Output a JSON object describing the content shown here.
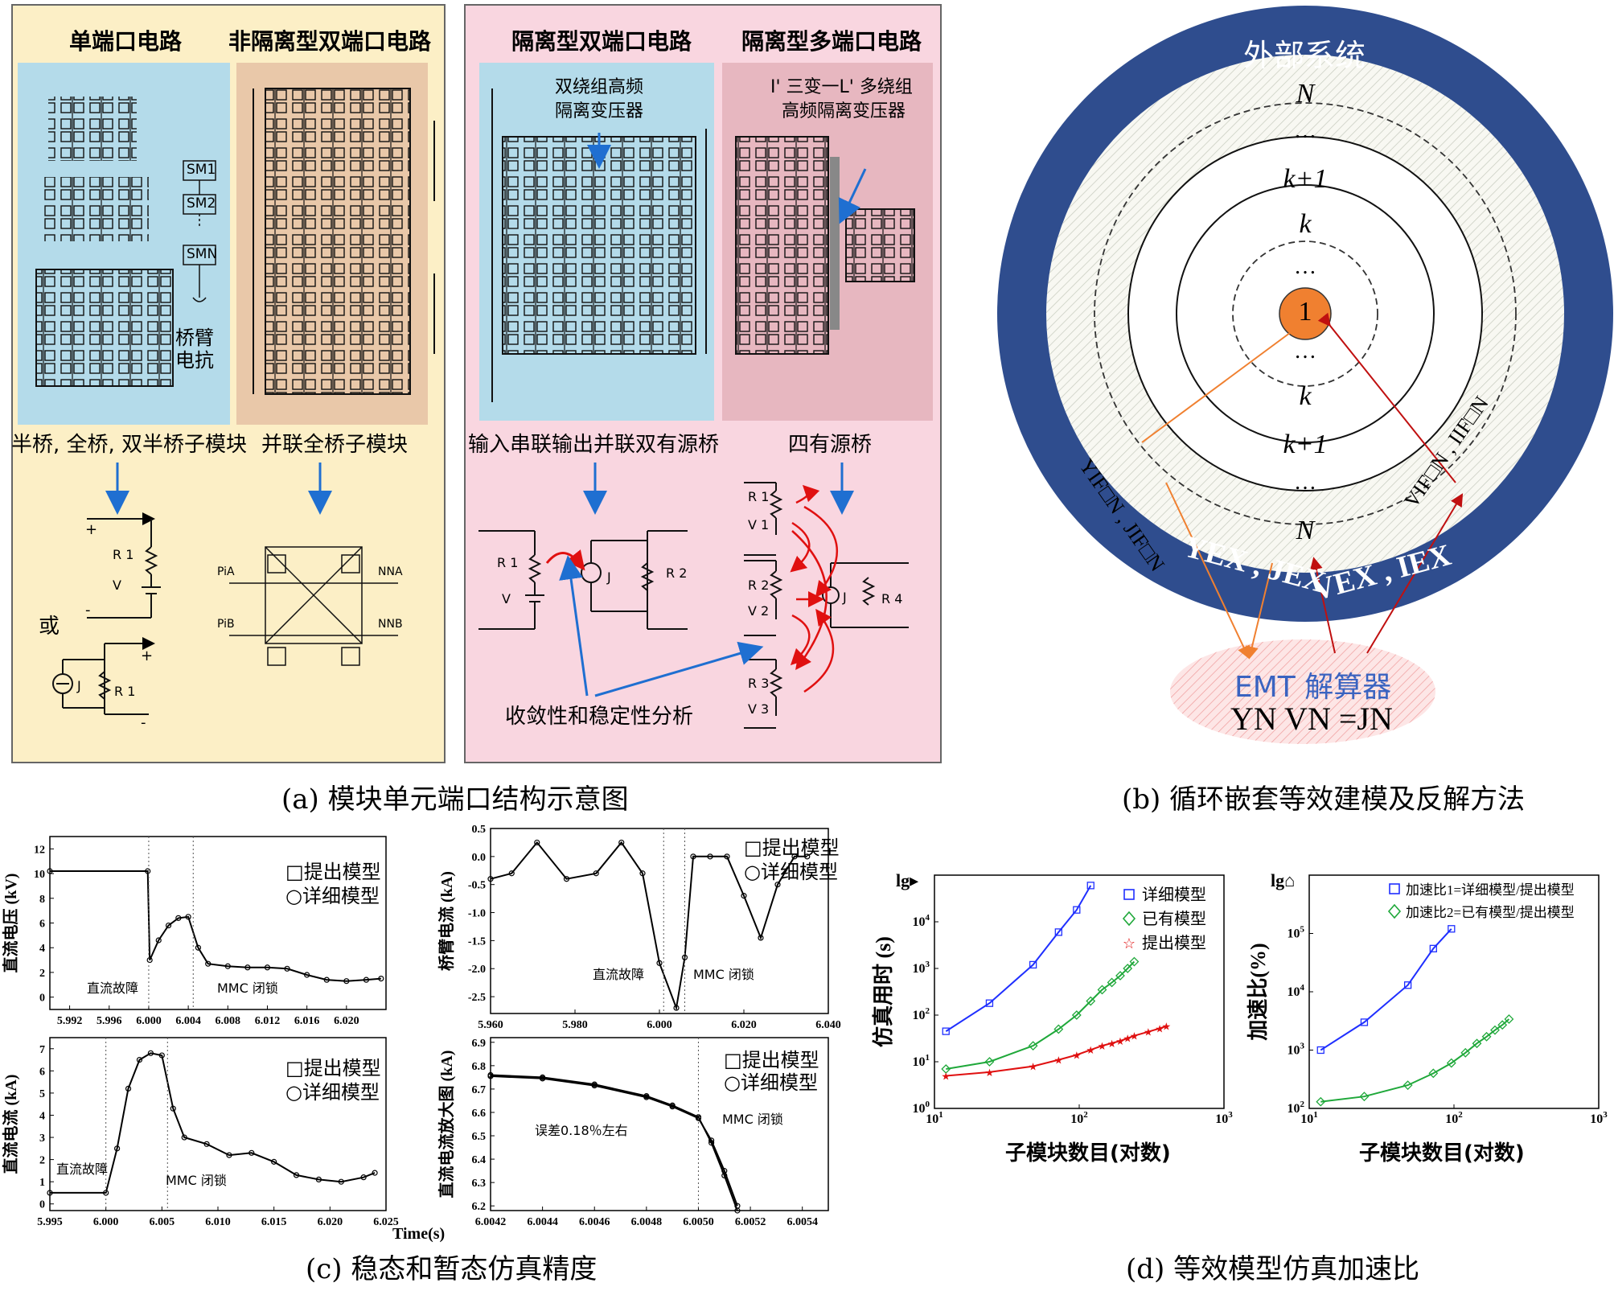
{
  "panel_a": {
    "caption": "(a) 模块单元端口结构示意图",
    "left_box": {
      "col1_title": "单端口电路",
      "col2_title": "非隔离型双端口电路",
      "sm_labels": [
        "SM1",
        "SM2",
        "SMN"
      ],
      "arm_label_line1": "桥臂",
      "arm_label_line2": "电抗",
      "col1_desc": "半桥, 全桥, 双半桥子模块",
      "col2_desc": "并联全桥子模块",
      "or_label": "或",
      "r1": "R 1",
      "v": "V",
      "j": "J",
      "plus": "+",
      "minus": "-",
      "pa": "PiA",
      "pb": "PiB",
      "na": "NNA",
      "nb": "NNB"
    },
    "right_box": {
      "col1_title": "隔离型双端口电路",
      "col2_title": "隔离型多端口电路",
      "transformer1_line1": "双绕组高频",
      "transformer1_line2": "隔离变压器",
      "transformer2_line1": "I' 三变一L' 多绕组",
      "transformer2_line2": "高频隔离变压器",
      "col1_desc": "输入串联输出并联双有源桥",
      "col2_desc": "四有源桥",
      "analysis": "收敛性和稳定性分析",
      "r1": "R 1",
      "r2": "R 2",
      "r3": "R 3",
      "r4": "R 4",
      "v1": "V 1",
      "v2": "V 2",
      "v3": "V 3",
      "j": "J",
      "v": "V"
    }
  },
  "panel_b": {
    "caption": "(b) 循环嵌套等效建模及反解方法",
    "outer_label": "外部系统",
    "rings_top": [
      "N",
      "…",
      "k+1",
      "k",
      "…"
    ],
    "center": "1",
    "rings_bottom": [
      "…",
      "k",
      "k+1",
      "…",
      "N"
    ],
    "left_formula": "YIF□N , JIF□N",
    "right_formula": "VIF□N , IIF□N",
    "ex_left": "YEX , JEX",
    "ex_right": "VEX , IEX",
    "solver_title": "EMT 解算器",
    "solver_eq": "YN VN =JN"
  },
  "panel_c": {
    "caption": "(c) 稳态和暂态仿真精度",
    "legend_proposed": "提出模型",
    "legend_detailed": "详细模型",
    "fault_label": "直流故障",
    "block_label": "MMC 闭锁",
    "error_label": "误差0.18％左右",
    "xlabel": "Time(s)"
  },
  "panel_d": {
    "caption": "(d) 等效模型仿真加速比",
    "xlabel": "子模块数目(对数)"
  },
  "chart_data": [
    {
      "type": "line",
      "ylabel": "直流电压 (kV)",
      "xlim": [
        5.99,
        6.024
      ],
      "ylim": [
        -1,
        13
      ],
      "xticks": [
        "5.992",
        "5.996",
        "6.000",
        "6.004",
        "6.008",
        "6.012",
        "6.016",
        "6.020"
      ],
      "yticks": [
        "0",
        "2",
        "4",
        "6",
        "8",
        "10",
        "12"
      ],
      "series": [
        {
          "name": "提出模型",
          "x": [
            5.99,
            5.9999,
            6.0001,
            6.001,
            6.002,
            6.003,
            6.004,
            6.005,
            6.006,
            6.008,
            6.01,
            6.012,
            6.014,
            6.016,
            6.018,
            6.02,
            6.022,
            6.0235
          ],
          "y": [
            10.2,
            10.2,
            3.0,
            4.6,
            5.8,
            6.4,
            6.5,
            4.0,
            2.7,
            2.5,
            2.4,
            2.4,
            2.3,
            1.8,
            1.4,
            1.3,
            1.4,
            1.5
          ]
        }
      ]
    },
    {
      "type": "line",
      "ylabel": "桥臂电流 (kA)",
      "xlim": [
        5.96,
        6.04
      ],
      "ylim": [
        -2.8,
        0.5
      ],
      "xticks": [
        "5.960",
        "5.980",
        "6.000",
        "6.020",
        "6.040"
      ],
      "yticks": [
        "0.5",
        "0.0",
        "-0.5",
        "-1.0",
        "-1.5",
        "-2.0",
        "-2.5"
      ],
      "series": [
        {
          "name": "提出模型",
          "x": [
            5.96,
            5.965,
            5.971,
            5.978,
            5.985,
            5.991,
            5.996,
            6.0,
            6.004,
            6.006,
            6.008,
            6.012,
            6.016,
            6.02,
            6.024,
            6.028,
            6.032,
            6.035
          ],
          "y": [
            -0.4,
            -0.3,
            0.25,
            -0.4,
            -0.3,
            0.25,
            -0.3,
            -1.9,
            -2.7,
            -1.8,
            0.0,
            0.0,
            0.0,
            -0.7,
            -1.45,
            -0.5,
            0.0,
            0.0
          ]
        }
      ]
    },
    {
      "type": "line",
      "ylabel": "直流电流 (kA)",
      "xlim": [
        5.995,
        6.025
      ],
      "ylim": [
        -0.3,
        7.5
      ],
      "xticks": [
        "5.995",
        "6.000",
        "6.005",
        "6.010",
        "6.015",
        "6.020",
        "6.025"
      ],
      "yticks": [
        "0",
        "1",
        "2",
        "3",
        "4",
        "5",
        "6",
        "7"
      ],
      "series": [
        {
          "name": "提出模型",
          "x": [
            5.995,
            6.0,
            6.001,
            6.002,
            6.003,
            6.004,
            6.005,
            6.006,
            6.007,
            6.009,
            6.011,
            6.013,
            6.015,
            6.017,
            6.019,
            6.021,
            6.023,
            6.024
          ],
          "y": [
            0.5,
            0.5,
            2.5,
            5.2,
            6.5,
            6.8,
            6.7,
            4.3,
            3.0,
            2.7,
            2.2,
            2.3,
            1.9,
            1.3,
            1.1,
            1.0,
            1.2,
            1.4
          ]
        }
      ]
    },
    {
      "type": "line",
      "ylabel": "直流电流放大图 (kA)",
      "xlim": [
        6.0042,
        6.0055
      ],
      "ylim": [
        6.18,
        6.92
      ],
      "xticks": [
        "6.0042",
        "6.0044",
        "6.0046",
        "6.0048",
        "6.0050",
        "6.0052",
        "6.0054"
      ],
      "yticks": [
        "6.2",
        "6.3",
        "6.4",
        "6.5",
        "6.6",
        "6.7",
        "6.8",
        "6.9"
      ],
      "series": [
        {
          "name": "提出模型",
          "x": [
            6.0042,
            6.0044,
            6.0046,
            6.0048,
            6.0049,
            6.005,
            6.00505,
            6.0051,
            6.00515
          ],
          "y": [
            6.76,
            6.75,
            6.72,
            6.67,
            6.63,
            6.58,
            6.47,
            6.33,
            6.18
          ]
        },
        {
          "name": "详细模型",
          "x": [
            6.0042,
            6.0044,
            6.0046,
            6.0048,
            6.0049,
            6.005,
            6.00505,
            6.0051,
            6.00515
          ],
          "y": [
            6.755,
            6.745,
            6.715,
            6.665,
            6.625,
            6.575,
            6.48,
            6.35,
            6.2
          ]
        }
      ]
    },
    {
      "type": "line",
      "ylabel": "仿真用时 (s)",
      "xlabel": "子模块数目(对数)",
      "log_x": true,
      "log_y": true,
      "xlim": [
        10,
        1000
      ],
      "ylim": [
        1,
        100000
      ],
      "xticks": [
        "10^1",
        "10^2",
        "10^3"
      ],
      "yticks": [
        "10^0",
        "10^1",
        "10^2",
        "10^3",
        "10^4"
      ],
      "series": [
        {
          "name": "详细模型",
          "x": [
            12,
            24,
            48,
            72,
            96,
            120
          ],
          "y": [
            45,
            180,
            1200,
            6000,
            18000,
            60000
          ],
          "color": "#1f2fff"
        },
        {
          "name": "已有模型",
          "x": [
            12,
            24,
            48,
            72,
            96,
            120,
            144,
            168,
            192,
            216,
            240
          ],
          "y": [
            7,
            10,
            22,
            50,
            100,
            200,
            350,
            500,
            700,
            1000,
            1400
          ],
          "color": "#1fa83a"
        },
        {
          "name": "提出模型",
          "x": [
            12,
            24,
            48,
            72,
            96,
            120,
            144,
            168,
            192,
            216,
            240,
            300,
            360,
            400
          ],
          "y": [
            5,
            6,
            8,
            11,
            14,
            18,
            22,
            25,
            28,
            32,
            36,
            44,
            52,
            58
          ],
          "color": "#e01010"
        }
      ]
    },
    {
      "type": "line",
      "ylabel": "加速比(%)",
      "xlabel": "子模块数目(对数)",
      "log_x": true,
      "log_y": true,
      "xlim": [
        10,
        1000
      ],
      "ylim": [
        100,
        1000000
      ],
      "xticks": [
        "10^1",
        "10^2",
        "10^3"
      ],
      "yticks": [
        "10^2",
        "10^3",
        "10^4",
        "10^5"
      ],
      "series": [
        {
          "name": "加速比1=详细模型/提出模型",
          "x": [
            12,
            24,
            48,
            72,
            96
          ],
          "y": [
            1000,
            3000,
            13000,
            55000,
            120000
          ],
          "color": "#1f2fff"
        },
        {
          "name": "加速比2=已有模型/提出模型",
          "x": [
            12,
            24,
            48,
            72,
            96,
            120,
            144,
            168,
            192,
            216,
            240
          ],
          "y": [
            130,
            160,
            250,
            400,
            600,
            900,
            1300,
            1700,
            2200,
            2700,
            3400
          ],
          "color": "#1fa83a"
        }
      ]
    }
  ]
}
